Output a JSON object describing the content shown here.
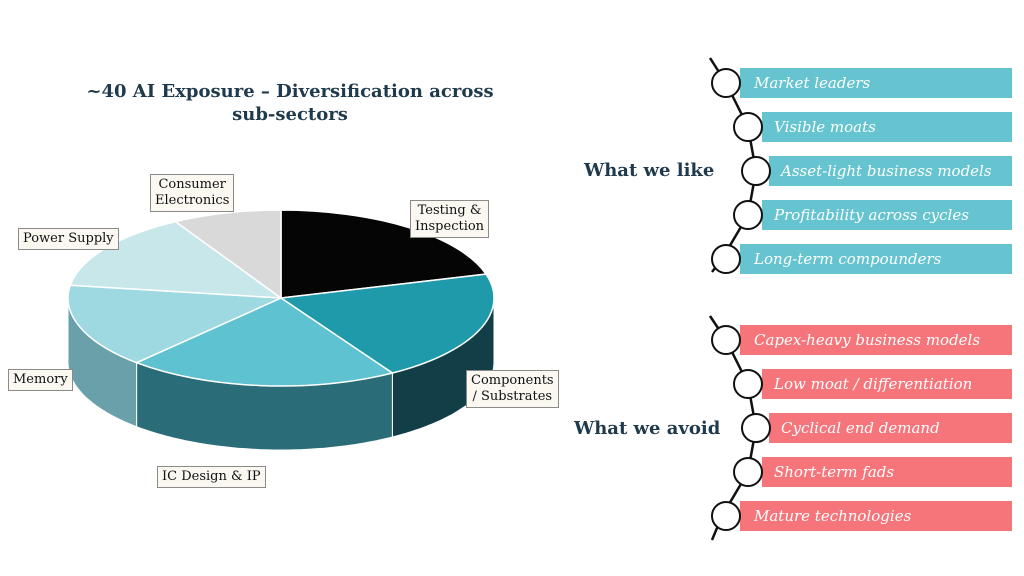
{
  "title": "~40 AI Exposure – Diversification across sub-sectors",
  "chart_data": {
    "type": "pie",
    "title": "~40 AI Exposure – Diversification across sub-sectors",
    "categories": [
      "Testing & Inspection",
      "Components / Substrates",
      "IC Design & IP",
      "Memory",
      "Power Supply",
      "Consumer Electronics"
    ],
    "values": [
      20,
      20,
      20,
      15,
      14,
      8
    ],
    "colors": [
      "#050505",
      "#1e9aaa",
      "#5fc2d0",
      "#9ed8e0",
      "#c8e7ea",
      "#d9d9d9"
    ],
    "side_colors": [
      "#111111",
      "#123f47",
      "#2a6c78",
      "#6aa0aa",
      "#9bbfc4",
      "#9a9a9a"
    ],
    "style": "3d-tilted"
  },
  "labels": {
    "testing": [
      "Testing &",
      "Inspection"
    ],
    "components": [
      "Components",
      "/ Substrates"
    ],
    "ic": "IC Design & IP",
    "memory": "Memory",
    "power": "Power Supply",
    "consumer": [
      "Consumer",
      "Electronics"
    ]
  },
  "like": {
    "heading": "What we like",
    "items": [
      "Market leaders",
      "Visible moats",
      "Asset-light business models",
      "Profitability across cycles",
      "Long-term compounders"
    ],
    "color": "#65c4d0"
  },
  "avoid": {
    "heading": "What we avoid",
    "items": [
      "Capex-heavy business models",
      "Low moat / differentiation",
      "Cyclical end demand",
      "Short-term fads",
      "Mature technologies"
    ],
    "color": "#f6757b"
  }
}
